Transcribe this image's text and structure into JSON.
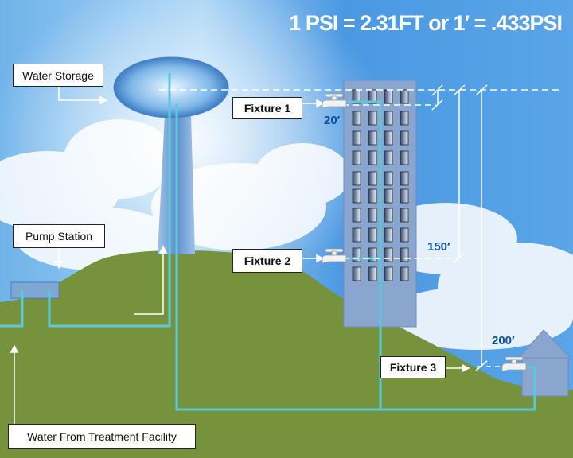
{
  "title": "1 PSI = 2.31FT or 1′ = .433PSI",
  "labels": {
    "water_storage": "Water Storage",
    "pump_station": "Pump Station",
    "water_from_treatment": "Water From Treatment Facility",
    "fixture1": "Fixture 1",
    "fixture2": "Fixture 2",
    "fixture3": "Fixture 3"
  },
  "dimensions": {
    "d1": "20′",
    "d2": "150′",
    "d3": "200′"
  },
  "colors": {
    "sky": "#3f8fde",
    "hill": "#76923c",
    "pipe": "#5bc8dc",
    "building": "#8aa6cf",
    "dim_text": "#0b4fa0"
  }
}
